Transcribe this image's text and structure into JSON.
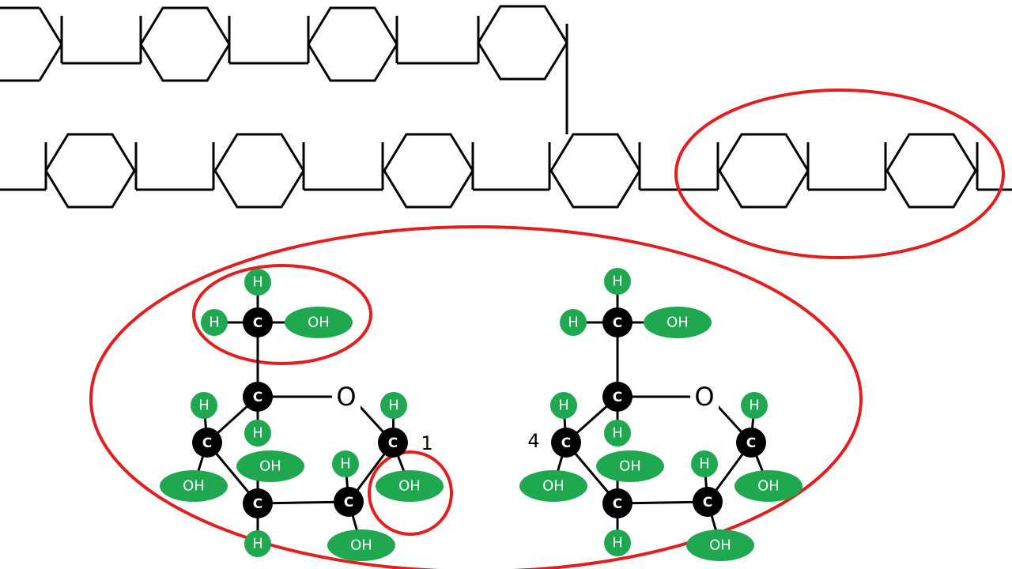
{
  "labels": {
    "carbon": "C",
    "hydrogen": "H",
    "hydroxyl": "OH",
    "oxygen": "O",
    "position_one": "1",
    "position_four": "4"
  },
  "colors": {
    "atom_green": "#1fa850",
    "highlight_red": "#e41e1e",
    "bond_black": "#000000"
  }
}
